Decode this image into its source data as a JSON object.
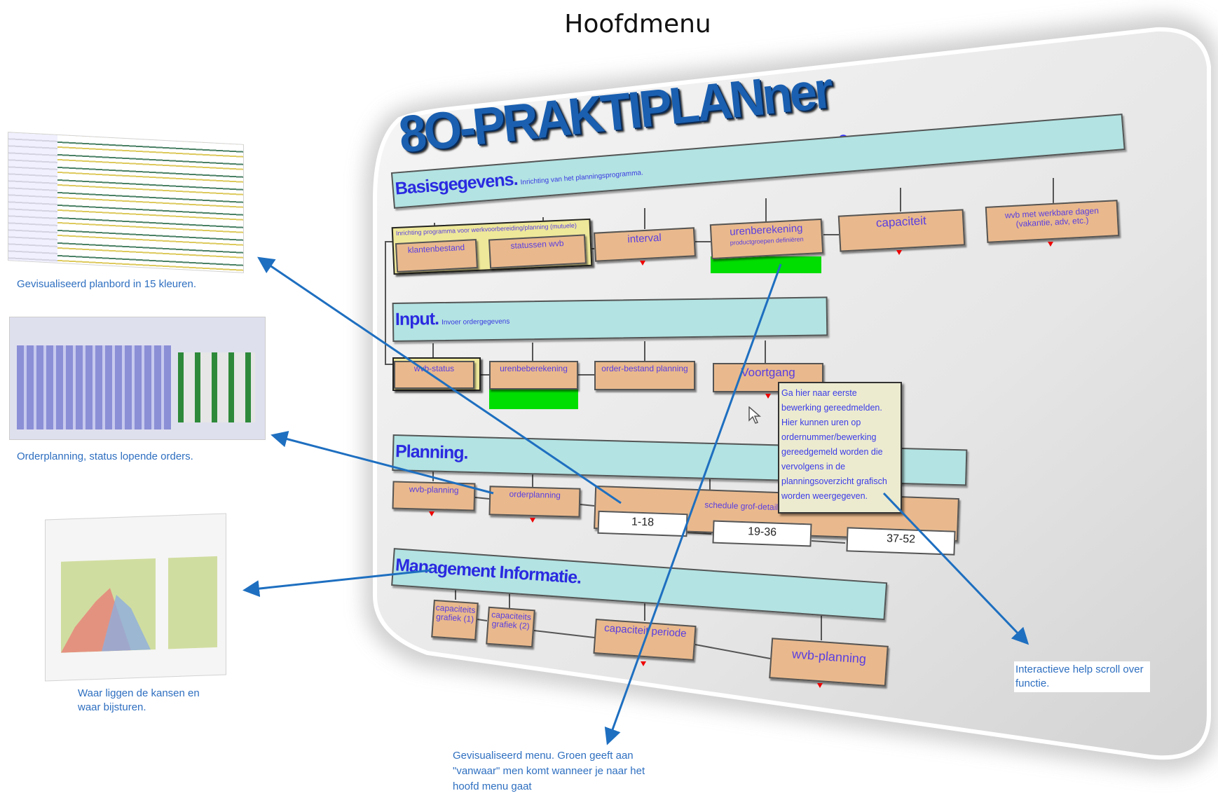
{
  "title": "Hoofdmenu",
  "logo": {
    "text": "8O-PRAKTIPLANner",
    "help": "?"
  },
  "basis": {
    "heading": "Basisgegevens.",
    "subheading": "Inrichting van het planningsprogramma.",
    "group_label": "Inrichting programma voor werkvoorbereiding/planning (mutuele)",
    "items": [
      {
        "label": "klantenbestand"
      },
      {
        "label": "statussen wvb"
      },
      {
        "label": "interval"
      },
      {
        "label": "urenberekening",
        "sub": "productgroepen definiëren"
      },
      {
        "label": "capaciteit"
      },
      {
        "label": "wvb met werkbare dagen (vakantie, adv, etc.)"
      }
    ]
  },
  "input": {
    "heading": "Input.",
    "subheading": "Invoer ordergegevens",
    "items": [
      {
        "label": "wvb-status"
      },
      {
        "label": "urenbeberekening"
      },
      {
        "label": "order-bestand planning"
      },
      {
        "label": "Voortgang"
      }
    ]
  },
  "planning": {
    "heading": "Planning.",
    "items": [
      {
        "label": "wvb-planning"
      },
      {
        "label": "orderplanning"
      },
      {
        "label": "schedule grof-detailplanning"
      }
    ],
    "weeks": [
      "1-18",
      "19-36",
      "37-52"
    ]
  },
  "management": {
    "heading": "Management Informatie.",
    "items": [
      {
        "label": "capaciteits grafiek (1)"
      },
      {
        "label": "capaciteits grafiek (2)"
      },
      {
        "label": "capaciteit periode"
      },
      {
        "label": "wvb-planning"
      }
    ]
  },
  "tooltip": "Ga hier naar eerste bewerking gereedmelden. Hier kunnen uren op ordernummer/bewerking gereedgemeld worden die vervolgens in de planningsoverzicht grafisch worden weergegeven.",
  "captions": {
    "planbord": "Gevisualiseerd planbord in 15 kleuren.",
    "orderplanning": "Orderplanning, status lopende orders.",
    "kansen": "Waar liggen de kansen en waar bijsturen.",
    "menu": "Gevisualiseerd menu. Groen geeft aan \"vanwaar\" men komt wanneer je naar het hoofd menu gaat",
    "help": "Interactieve help scroll over functie."
  },
  "colors": {
    "band": "#b3e3e3",
    "box": "#e9b98d",
    "green": "#00dd00",
    "arrow": "#1e6fc0",
    "text": "#3b3be8"
  }
}
